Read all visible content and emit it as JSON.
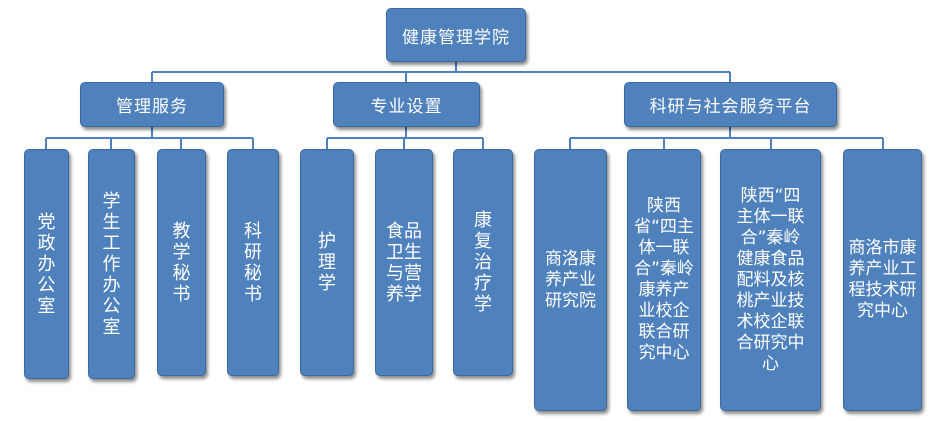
{
  "root": {
    "label": "健康管理学院"
  },
  "departments": [
    {
      "label": "管理服务",
      "children": [
        {
          "label": "党政办公室"
        },
        {
          "label": "学生工作办公室"
        },
        {
          "label": "教学秘书"
        },
        {
          "label": "科研秘书"
        }
      ]
    },
    {
      "label": "专业设置",
      "children": [
        {
          "label": "护理学"
        },
        {
          "label": "食品卫生与营养学"
        },
        {
          "label": "康复治疗学"
        }
      ]
    },
    {
      "label": "科研与社会服务平台",
      "children": [
        {
          "label": "商洛康养产业研究院"
        },
        {
          "label": "陕西省“四主体一联合”秦岭康养产业校企联合研究中心"
        },
        {
          "label": "陕西“四主体一联合”秦岭健康食品配料及核桃产业技术校企联合研究中心"
        },
        {
          "label": "商洛市康养产业工程技术研究中心"
        }
      ]
    }
  ],
  "colors": {
    "box_fill": "#4f81bd",
    "box_border": "#3c6a9f",
    "connector": "#4f81bd",
    "text": "#ffffff"
  }
}
